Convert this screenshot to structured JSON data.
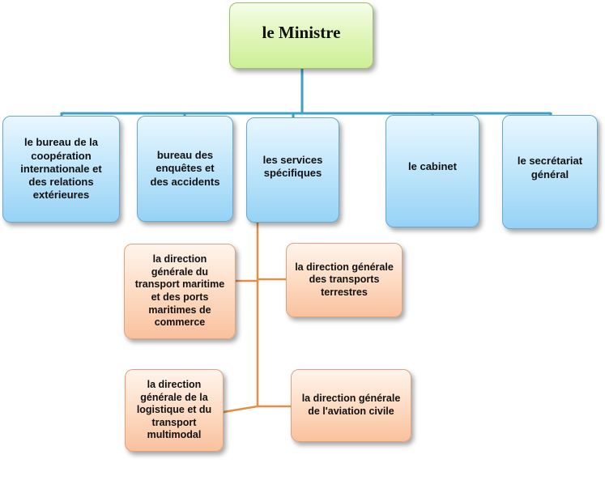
{
  "colors": {
    "blue_connector": "#3d9fc6",
    "orange_connector": "#e58f45",
    "minister_fill": "#d9f4ac",
    "department_fill": "#b5e0f9",
    "direction_fill": "#fcd3b6"
  },
  "minister": {
    "label": "le Ministre"
  },
  "departments": [
    {
      "label": "le bureau de la\ncoopération\ninternationale et\ndes relations\nextérieures"
    },
    {
      "label": "bureau des\nenquêtes et\ndes accidents"
    },
    {
      "label": "les services\nspécifiques"
    },
    {
      "label": "le cabinet"
    },
    {
      "label": "le secrétariat\ngénéral"
    }
  ],
  "directions": [
    {
      "label": "la direction\ngénérale du\ntransport maritime\net des ports\nmaritimes de\ncommerce"
    },
    {
      "label": "la direction générale\ndes transports\nterrestres"
    },
    {
      "label": "la direction\ngénérale de la\nlogistique et du\ntransport\nmultimodal"
    },
    {
      "label": "la direction générale\nde l'aviation civile"
    }
  ]
}
